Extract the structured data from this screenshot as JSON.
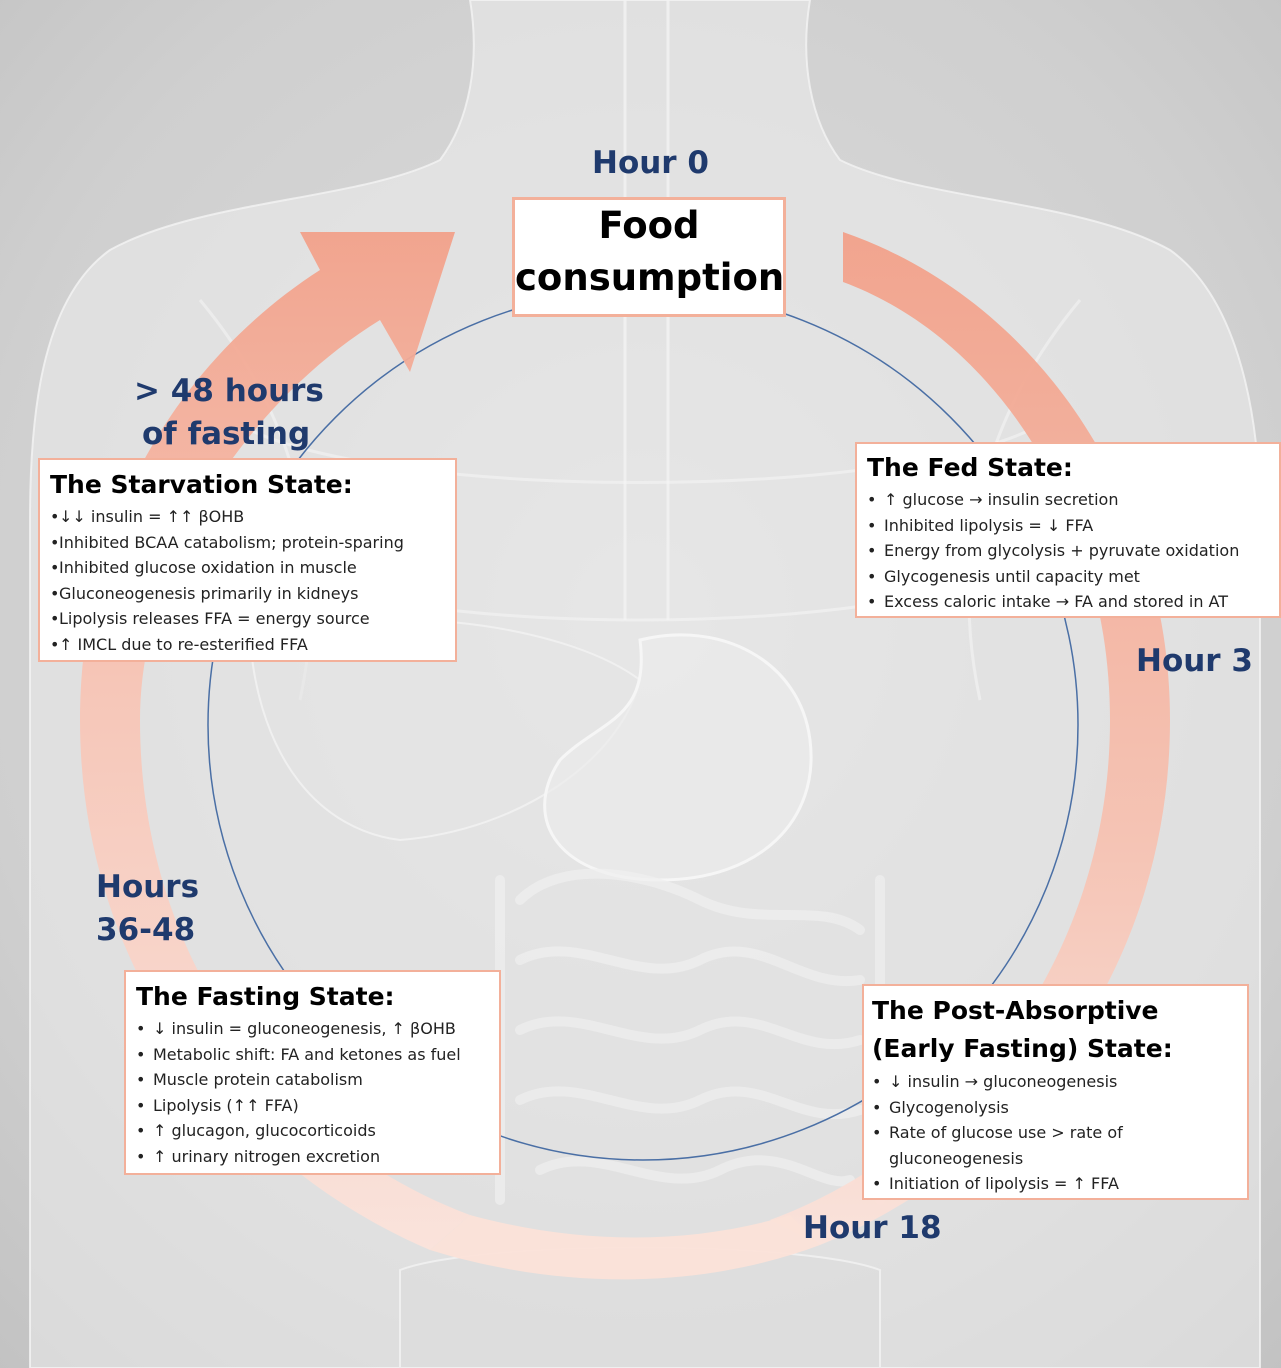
{
  "center": {
    "time": "Hour 0",
    "title_line1": "Food",
    "title_line2": "consumption"
  },
  "time_labels": {
    "hour3": "Hour 3",
    "hour18": "Hour 18",
    "hours36_line1": "Hours",
    "hours36_line2": "36-48",
    "hours48_line1": "> 48 hours",
    "hours48_line2": "of fasting"
  },
  "states": {
    "fed": {
      "title": "The Fed State:",
      "items": [
        "↑ glucose → insulin secretion",
        "Inhibited lipolysis = ↓ FFA",
        "Energy from glycolysis + pyruvate oxidation",
        "Glycogenesis until capacity met",
        "Excess caloric intake → FA and stored in AT"
      ]
    },
    "post_absorptive": {
      "title_line1": "The Post-Absorptive",
      "title_line2": "(Early Fasting) State:",
      "items": [
        "↓ insulin → gluconeogenesis",
        "Glycogenolysis",
        "Rate of glucose use > rate of",
        "Initiation of lipolysis = ↑ FFA"
      ],
      "item3_continued": "gluconeogenesis"
    },
    "fasting": {
      "title": "The Fasting State:",
      "items": [
        "↓ insulin = gluconeogenesis, ↑ βOHB",
        "Metabolic shift: FA and ketones as fuel",
        "Muscle protein catabolism",
        "Lipolysis (↑↑ FFA)",
        "↑ glucagon, glucocorticoids",
        "↑ urinary nitrogen excretion"
      ]
    },
    "starvation": {
      "title": "The Starvation State:",
      "items": [
        "↓↓ insulin = ↑↑ βOHB",
        "Inhibited BCAA catabolism; protein-sparing",
        "Inhibited glucose oxidation in muscle",
        "Gluconeogenesis primarily in kidneys",
        "Lipolysis releases FFA = energy source",
        "↑ IMCL due to re-esterified FFA"
      ]
    }
  },
  "colors": {
    "background": "#d3d3d3",
    "cycle_arrow": "#f2a48e",
    "time_label": "#1f3a6d",
    "inner_circle": "#4a6fa5",
    "box_border": "#f3b09a"
  },
  "background_figure": "translucent-human-torso-digestive-organs-illustration"
}
